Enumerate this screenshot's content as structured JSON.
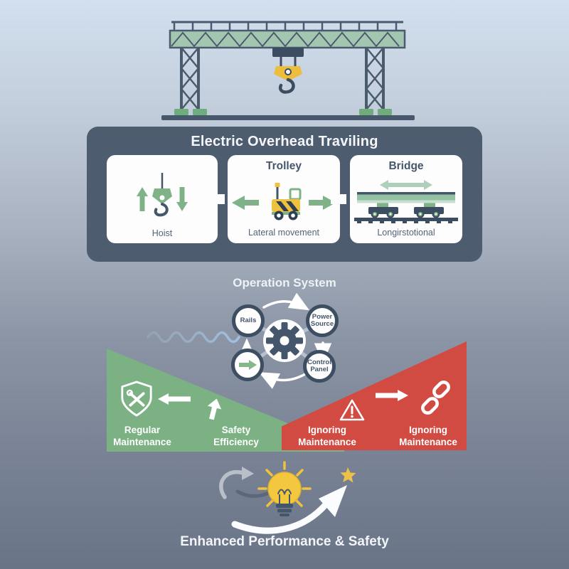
{
  "colors": {
    "background_top": "#d2e0ef",
    "background_bottom": "#6a7487",
    "panel": "#4e5c6f",
    "card": "#fdfdfd",
    "text_dark": "#44566b",
    "accent_green": "#7fb287",
    "girder_green": "#a3c6b0",
    "banner_green": "#7cb184",
    "banner_red": "#d14b42",
    "accent_yellow": "#eec23e",
    "wave_blue": "#9ec3e4",
    "white": "#ffffff"
  },
  "crane": {
    "illustration": "gantry-crane"
  },
  "panel": {
    "title": "Electric Overhead Traviling",
    "cards": [
      {
        "title": "",
        "caption": "Hoist",
        "icon": "hoist-hook-icon"
      },
      {
        "title": "Trolley",
        "caption": "Lateral movement",
        "icon": "trolley-cart-icon"
      },
      {
        "title": "Bridge",
        "caption": "Longirstotional",
        "icon": "bridge-girder-icon"
      }
    ]
  },
  "operation": {
    "title": "Operation System",
    "hub_icon": "gear-icon",
    "nodes": [
      {
        "label": "Rails"
      },
      {
        "label": "Power\nSource"
      },
      {
        "label": "",
        "icon": "arrow-right-icon"
      },
      {
        "label": "Control\nPanel"
      }
    ]
  },
  "outcomes": {
    "positive": {
      "labels": [
        "Regular\nMaintenance",
        "Safety\nEfficiency"
      ],
      "icons": [
        "shield-tools-icon",
        "arrow-left-icon",
        "arrow-up-icon"
      ]
    },
    "negative": {
      "labels": [
        "Ignoring\nMaintenance",
        "Ignoring\nMaintenance"
      ],
      "icons": [
        "warning-triangle-icon",
        "arrow-right-icon",
        "chain-link-icon"
      ]
    }
  },
  "footer": {
    "caption": "Enhanced Performance & Safety",
    "icons": [
      "cycle-arrow-icon",
      "lightbulb-icon",
      "growth-arrow-icon",
      "star-icon"
    ]
  }
}
